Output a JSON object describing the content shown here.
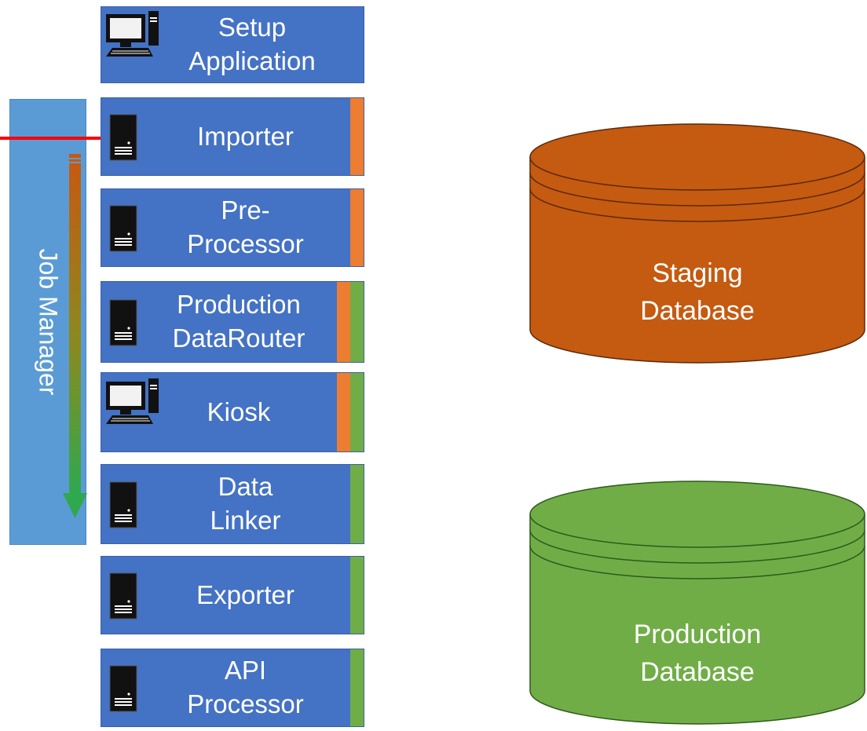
{
  "components": [
    {
      "id": "setup-application",
      "label": "Setup\nApplication",
      "icon": "computer-icon",
      "stripes": []
    },
    {
      "id": "importer",
      "label": "Importer",
      "icon": "server-icon",
      "stripes": [
        "orange"
      ]
    },
    {
      "id": "pre-processor",
      "label": "Pre-\nProcessor",
      "icon": "server-icon",
      "stripes": [
        "orange"
      ]
    },
    {
      "id": "production-datarouter",
      "label": "Production\nDataRouter",
      "icon": "server-icon",
      "stripes": [
        "orange",
        "green"
      ]
    },
    {
      "id": "kiosk",
      "label": "Kiosk",
      "icon": "computer-icon",
      "stripes": [
        "orange",
        "green"
      ]
    },
    {
      "id": "data-linker",
      "label": "Data\nLinker",
      "icon": "server-icon",
      "stripes": [
        "green"
      ]
    },
    {
      "id": "exporter",
      "label": "Exporter",
      "icon": "server-icon",
      "stripes": [
        "green"
      ]
    },
    {
      "id": "api-processor",
      "label": "API\nProcessor",
      "icon": "server-icon",
      "stripes": [
        "green"
      ]
    }
  ],
  "job_manager": {
    "label": "Job Manager"
  },
  "databases": {
    "staging": {
      "label": "Staging\nDatabase",
      "color": "#c55a11"
    },
    "production": {
      "label": "Production\nDatabase",
      "color": "#70ad47"
    }
  },
  "colors": {
    "block": "#4472c4",
    "job_manager": "#5b9bd5",
    "stripe_staging": "#ed7d31",
    "stripe_production": "#70ad47",
    "arrow": "#ff0000",
    "gradient_start": "#c55a11",
    "gradient_end": "#2fa84f"
  }
}
